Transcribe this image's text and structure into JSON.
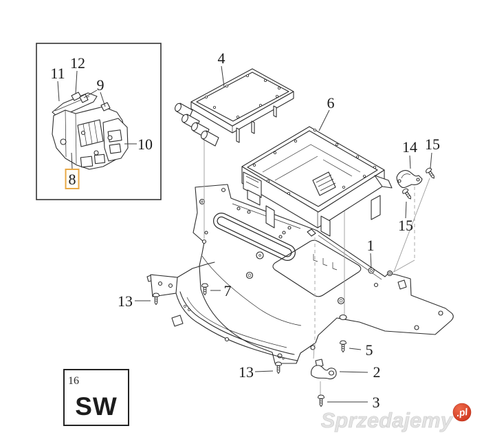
{
  "diagram": {
    "type": "exploded-parts-diagram",
    "callouts": {
      "part1": "1",
      "part2": "2",
      "part3": "3",
      "part4": "4",
      "part5": "5",
      "part6": "6",
      "part7": "7",
      "part8": "8",
      "part9": "9",
      "part10": "10",
      "part11": "11",
      "part12": "12",
      "part13a": "13",
      "part13b": "13",
      "part14": "14",
      "part15a": "15",
      "part15b": "15",
      "part16": "16"
    },
    "highlighted_callout": "8",
    "legend_box": {
      "number": "16",
      "code": "SW"
    },
    "colors": {
      "line": "#2B2B2B",
      "label": "#1A1A1A",
      "guide_line": "#9A9A9A",
      "highlight_border": "#E8A845",
      "watermark_text": "#E3E3E3",
      "watermark_badge": "#D93A20"
    }
  },
  "watermark": {
    "text": "Sprzedajemy",
    "badge_text": ".pl"
  }
}
